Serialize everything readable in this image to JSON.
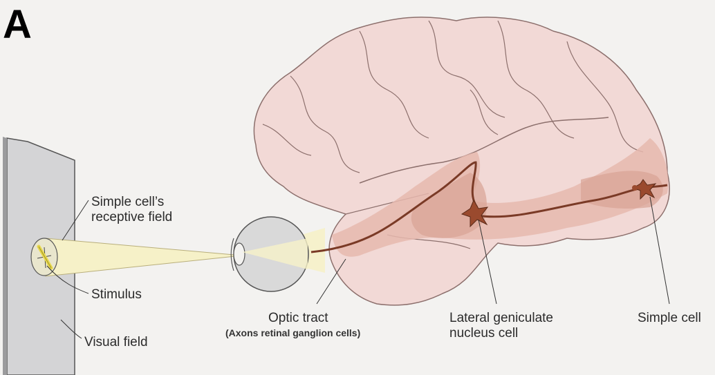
{
  "panel_letter": "A",
  "labels": {
    "receptive_field_line1": "Simple cell’s",
    "receptive_field_line2": "receptive field",
    "stimulus": "Stimulus",
    "visual_field": "Visual field",
    "optic_tract": "Optic tract",
    "optic_tract_note": "(Axons retinal ganglion cells)",
    "lgn_line1": "Lateral geniculate",
    "lgn_line2": "nucleus cell",
    "simple_cell": "Simple cell"
  },
  "colors": {
    "background": "#f3f2f0",
    "brain_fill": "#f2d9d6",
    "brain_outline": "#8c6f6c",
    "pathway_highlight": "#e6b9ae",
    "pathway_dark": "#d9a394",
    "nerve_fiber": "#7a3a26",
    "neuron": "#9a4a2e",
    "visual_field_panel": "#d4d4d6",
    "light_cone": "#f6f1c8",
    "stimulus_bar": "#e8d84a"
  },
  "icons": {
    "eye": "eye-icon",
    "neuron": "neuron-icon"
  }
}
